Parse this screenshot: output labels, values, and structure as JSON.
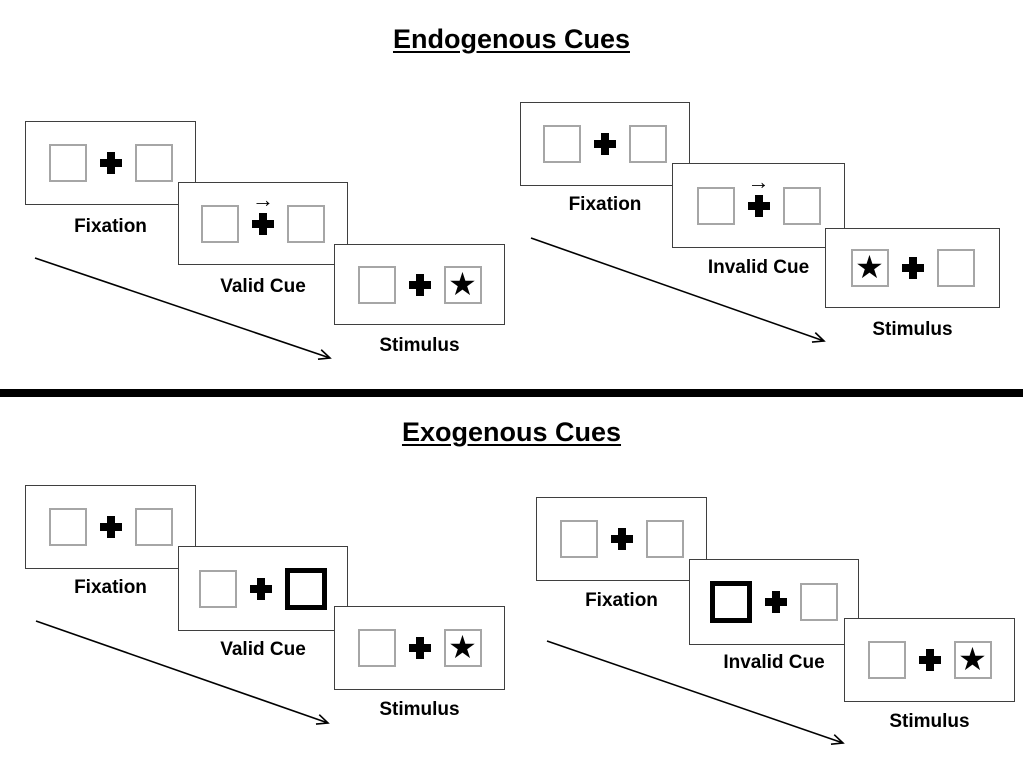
{
  "figure": {
    "kind": "attention-cueing-task-diagram"
  },
  "colors": {
    "background": "#ffffff",
    "ink": "#000000",
    "panel_border": "#3f3f3f",
    "location_box_border": "#a6a6a6"
  },
  "icons": {
    "fixation_cross": "plus-cross",
    "cue_arrow": "→",
    "stimulus_star": "★"
  },
  "sections": [
    {
      "title": "Endogenous Cues",
      "groups": [
        {
          "name": "valid-trial",
          "panels": [
            {
              "label": "Fixation",
              "left_box": "plain",
              "cue": "none",
              "right_box": "plain"
            },
            {
              "label": "Valid Cue",
              "left_box": "plain",
              "cue": "arrow-right",
              "right_box": "plain"
            },
            {
              "label": "Stimulus",
              "left_box": "plain",
              "cue": "none",
              "right_box": "star"
            }
          ]
        },
        {
          "name": "invalid-trial",
          "panels": [
            {
              "label": "Fixation",
              "left_box": "plain",
              "cue": "none",
              "right_box": "plain"
            },
            {
              "label": "Invalid Cue",
              "left_box": "plain",
              "cue": "arrow-right",
              "right_box": "plain"
            },
            {
              "label": "Stimulus",
              "left_box": "star",
              "cue": "none",
              "right_box": "plain"
            }
          ]
        }
      ]
    },
    {
      "title": "Exogenous Cues",
      "groups": [
        {
          "name": "valid-trial",
          "panels": [
            {
              "label": "Fixation",
              "left_box": "plain",
              "cue": "none",
              "right_box": "plain"
            },
            {
              "label": "Valid Cue",
              "left_box": "plain",
              "cue": "none",
              "right_box": "thick"
            },
            {
              "label": "Stimulus",
              "left_box": "plain",
              "cue": "none",
              "right_box": "star"
            }
          ]
        },
        {
          "name": "invalid-trial",
          "panels": [
            {
              "label": "Fixation",
              "left_box": "plain",
              "cue": "none",
              "right_box": "plain"
            },
            {
              "label": "Invalid Cue",
              "left_box": "thick",
              "cue": "none",
              "right_box": "plain"
            },
            {
              "label": "Stimulus",
              "left_box": "plain",
              "cue": "none",
              "right_box": "star"
            }
          ]
        }
      ]
    }
  ]
}
